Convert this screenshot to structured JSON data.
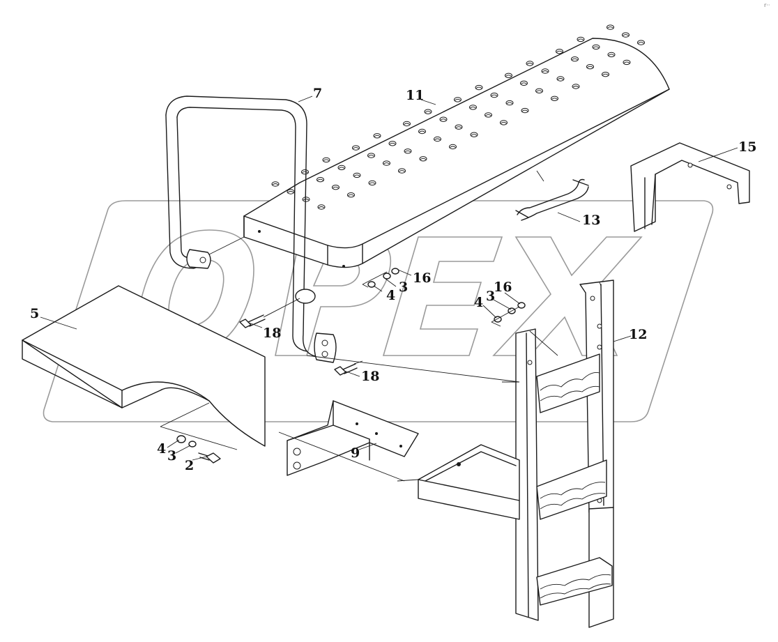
{
  "watermark": {
    "text": "OPEX"
  },
  "corner_mark": {
    "text": "r··"
  },
  "callouts": [
    {
      "id": "label-7",
      "text": "7"
    },
    {
      "id": "label-11",
      "text": "11"
    },
    {
      "id": "label-15",
      "text": "15"
    },
    {
      "id": "label-13",
      "text": "13"
    },
    {
      "id": "label-5",
      "text": "5"
    },
    {
      "id": "label-16a",
      "text": "16"
    },
    {
      "id": "label-3a",
      "text": "3"
    },
    {
      "id": "label-4a",
      "text": "4"
    },
    {
      "id": "label-16b",
      "text": "16"
    },
    {
      "id": "label-3b",
      "text": "3"
    },
    {
      "id": "label-4b",
      "text": "4"
    },
    {
      "id": "label-18a",
      "text": "18"
    },
    {
      "id": "label-18b",
      "text": "18"
    },
    {
      "id": "label-12",
      "text": "12"
    },
    {
      "id": "label-9",
      "text": "9"
    },
    {
      "id": "label-4c",
      "text": "4"
    },
    {
      "id": "label-3c",
      "text": "3"
    },
    {
      "id": "label-2",
      "text": "2"
    }
  ]
}
